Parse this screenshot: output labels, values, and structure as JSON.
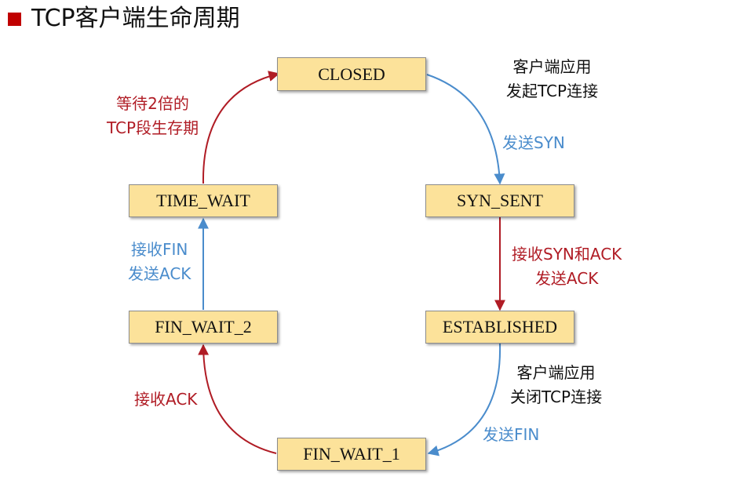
{
  "title": "TCP客户端生命周期",
  "states": {
    "closed": "CLOSED",
    "syn_sent": "SYN_SENT",
    "established": "ESTABLISHED",
    "fin_wait_1": "FIN_WAIT_1",
    "fin_wait_2": "FIN_WAIT_2",
    "time_wait": "TIME_WAIT"
  },
  "notes": {
    "open_app": [
      "客户端应用",
      "发起TCP连接"
    ],
    "send_syn": "发送SYN",
    "recv_synack": [
      "接收SYN和ACK",
      "发送ACK"
    ],
    "close_app": [
      "客户端应用",
      "关闭TCP连接"
    ],
    "send_fin": "发送FIN",
    "recv_ack": "接收ACK",
    "recv_fin": [
      "接收FIN",
      "发送ACK"
    ],
    "wait_2msl": [
      "等待2倍的",
      "TCP段生存期"
    ]
  },
  "colors": {
    "state_fill": "#fce29a",
    "red": "#b01c25",
    "blue": "#4a8ccc",
    "bullet": "#c00000"
  }
}
